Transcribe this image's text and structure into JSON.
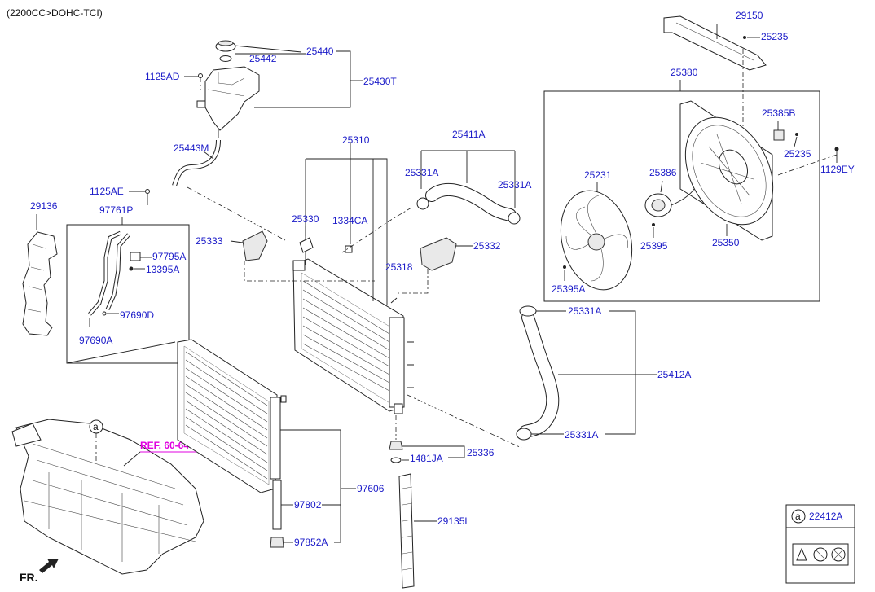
{
  "header": {
    "engine_spec": "(2200CC>DOHC-TCI)"
  },
  "labels": {
    "p25440": "25440",
    "p25442": "25442",
    "p25430T": "25430T",
    "p1125AD": "1125AD",
    "p25443M": "25443M",
    "p1125AE": "1125AE",
    "p29136": "29136",
    "p97761P": "97761P",
    "p97795A": "97795A",
    "p13395A": "13395A",
    "p97690D": "97690D",
    "p97690A": "97690A",
    "p25310": "25310",
    "p25330": "25330",
    "p1334CA": "1334CA",
    "p25333": "25333",
    "p25318": "25318",
    "p25411A": "25411A",
    "p25331A_a": "25331A",
    "p25331A_b": "25331A",
    "p25332": "25332",
    "p29150": "29150",
    "p25235_top": "25235",
    "p25380": "25380",
    "p25385B": "25385B",
    "p25235_mid": "25235",
    "p1129EY": "1129EY",
    "p25231": "25231",
    "p25386": "25386",
    "p25395": "25395",
    "p25350": "25350",
    "p25395A": "25395A",
    "p25331A_c": "25331A",
    "p25412A": "25412A",
    "p25331A_d": "25331A",
    "p25336": "25336",
    "p1481JA": "1481JA",
    "p97606": "97606",
    "p97802": "97802",
    "p97852A": "97852A",
    "p29135L": "29135L"
  },
  "reference": {
    "ref_label": "REF. 60-640",
    "callout_letter": "a"
  },
  "legend_box": {
    "letter": "a",
    "part": "22412A"
  },
  "orientation": {
    "front_label": "FR."
  }
}
